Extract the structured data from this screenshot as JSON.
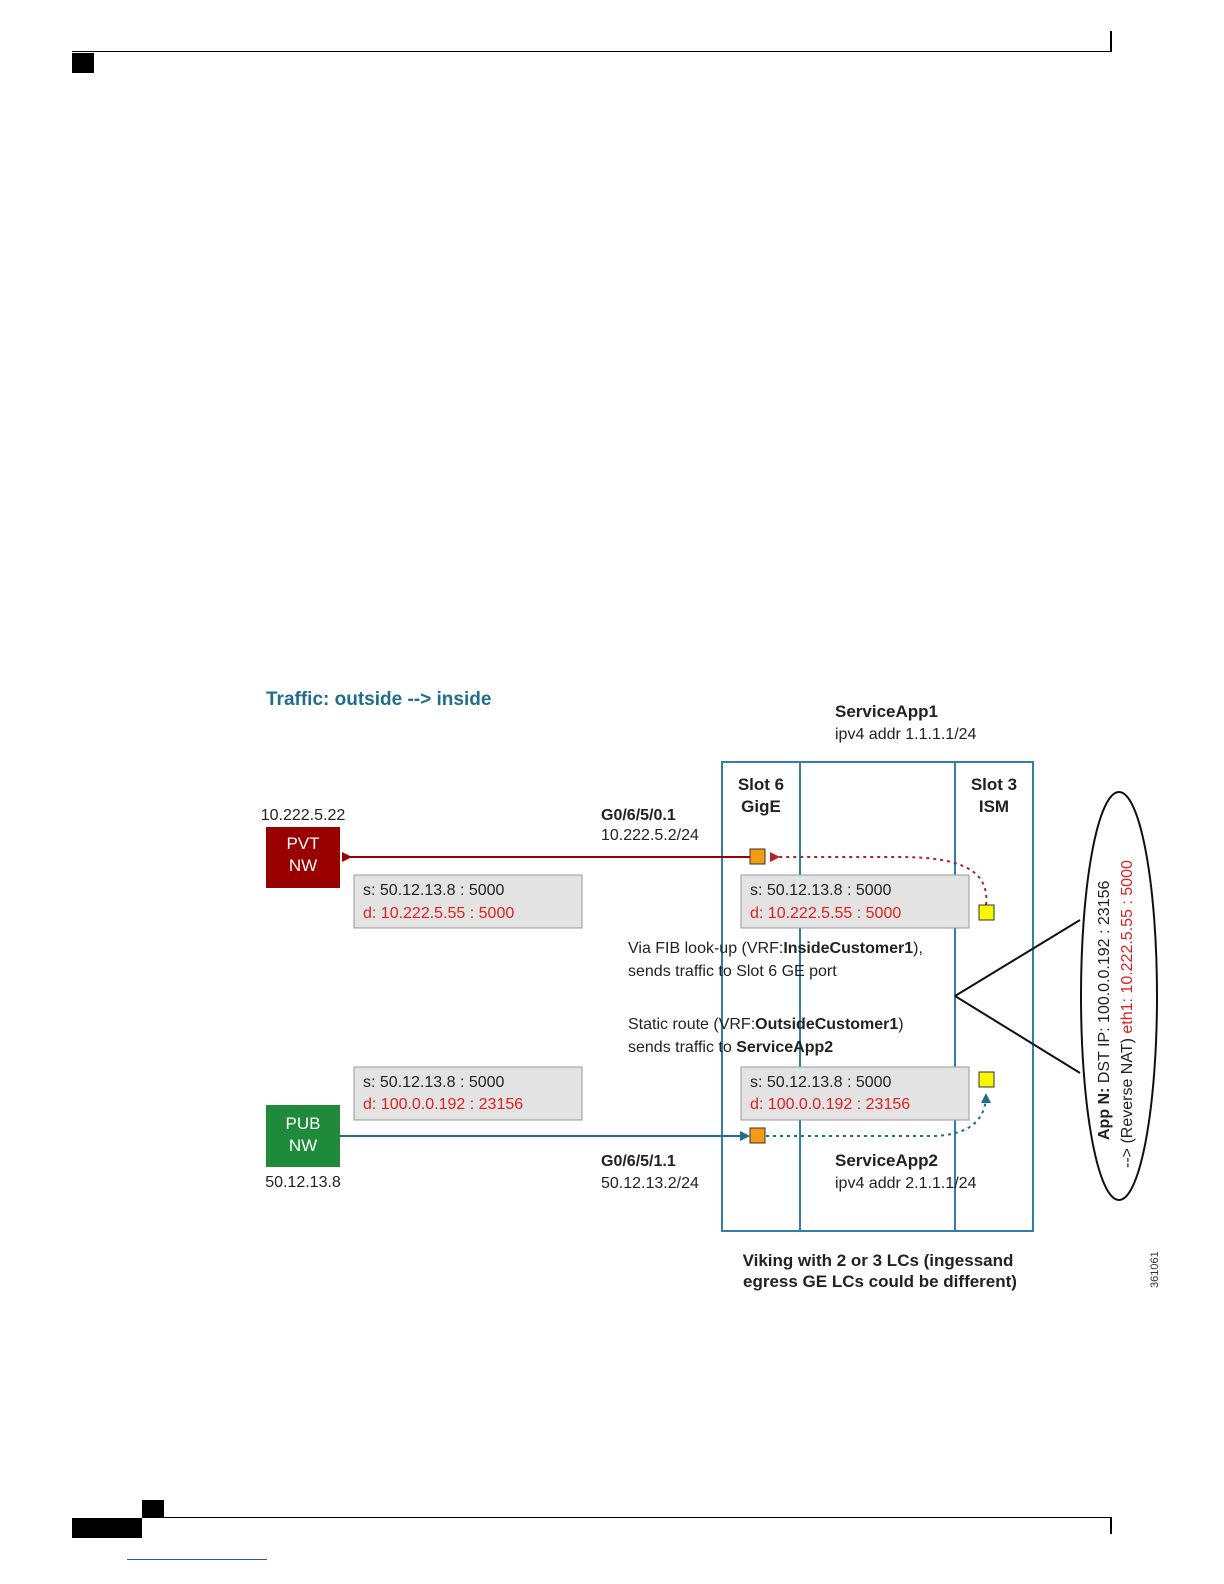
{
  "diagram": {
    "title": "Traffic: outside --> inside",
    "pvt_node": {
      "ip": "10.222.5.22",
      "line1": "PVT",
      "line2": "NW"
    },
    "pub_node": {
      "ip": "50.12.13.8",
      "line1": "PUB",
      "line2": "NW"
    },
    "service_app1": {
      "name": "ServiceApp1",
      "addr": "ipv4 addr 1.1.1.1/24"
    },
    "service_app2": {
      "name": "ServiceApp2",
      "addr": "ipv4 addr 2.1.1.1/24"
    },
    "slot6": {
      "line1": "Slot 6",
      "line2": "GigE"
    },
    "slot3": {
      "line1": "Slot 3",
      "line2": "ISM"
    },
    "iface_top": {
      "name": "G0/6/5/0.1",
      "addr": "10.222.5.2/24"
    },
    "iface_bottom": {
      "name": "G0/6/5/1.1",
      "addr": "50.12.13.2/24"
    },
    "packet_top_left": {
      "src": "s: 50.12.13.8 : 5000",
      "dst": "d: 10.222.5.55 : 5000"
    },
    "packet_top_right": {
      "src": "s: 50.12.13.8 : 5000",
      "dst": "d: 10.222.5.55 : 5000"
    },
    "packet_bottom_left": {
      "src": "s: 50.12.13.8 : 5000",
      "dst": "d: 100.0.0.192 : 23156"
    },
    "packet_bottom_right": {
      "src": "s: 50.12.13.8 : 5000",
      "dst": "d: 100.0.0.192 : 23156"
    },
    "fib_note": {
      "line1_prefix": "Via FIB look-up (VRF:",
      "line1_bold": "InsideCustomer1",
      "line1_suffix": "),",
      "line2": "sends traffic to Slot 6 GE port"
    },
    "static_note": {
      "line1_prefix": "Static route (VRF:",
      "line1_bold": "OutsideCustomer1",
      "line1_suffix": ")",
      "line2_prefix": "sends traffic to ",
      "line2_bold": "ServiceApp2"
    },
    "app_bubble": {
      "line1_bold": "App N:",
      "line1_rest": " DST IP: 100.0.0.192 : 23156",
      "line2_prefix": "--> (Reverse NAT) ",
      "line2_red": "eth1: 10.222.5.55 : 5000"
    },
    "caption": {
      "line1": "Viking with 2 or 3 LCs (ingessand",
      "line2": "egress GE LCs could be different)"
    },
    "figure_id": "361061",
    "colors": {
      "title_blue": "#1f6e8c",
      "pvt_red": "#990000",
      "pub_green": "#1e8a3a",
      "chassis_blue": "#2f7fa8",
      "port_orange": "#f39c12",
      "port_yellow": "#f7f700",
      "dst_red": "#e02020",
      "packet_bg": "#e3e3e3"
    }
  }
}
